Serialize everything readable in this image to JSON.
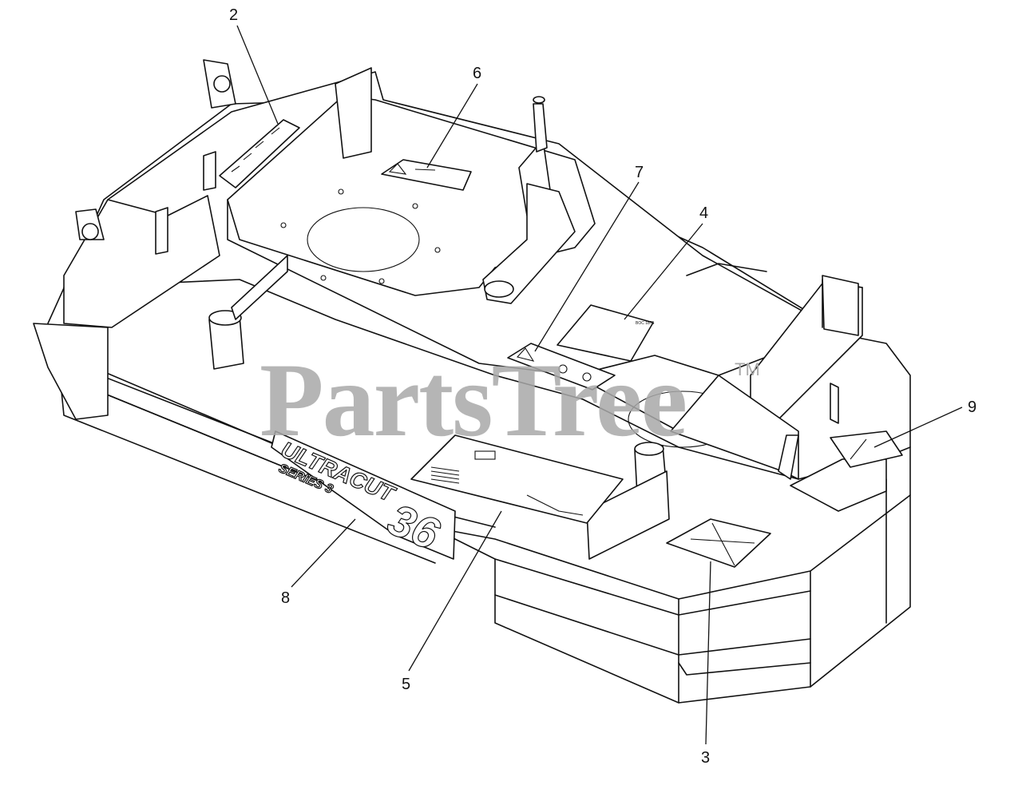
{
  "watermark": {
    "text": "PartsTree",
    "tm": "TM"
  },
  "brand": {
    "model": "ULTRACUT",
    "series": "SERIES 3",
    "size": "36"
  },
  "callouts": [
    {
      "id": "2",
      "label": "2"
    },
    {
      "id": "6",
      "label": "6"
    },
    {
      "id": "7",
      "label": "7"
    },
    {
      "id": "4",
      "label": "4"
    },
    {
      "id": "9",
      "label": "9"
    },
    {
      "id": "8",
      "label": "8"
    },
    {
      "id": "5",
      "label": "5"
    },
    {
      "id": "3",
      "label": "3"
    }
  ],
  "decal4": {
    "code": "BOC 1875"
  }
}
